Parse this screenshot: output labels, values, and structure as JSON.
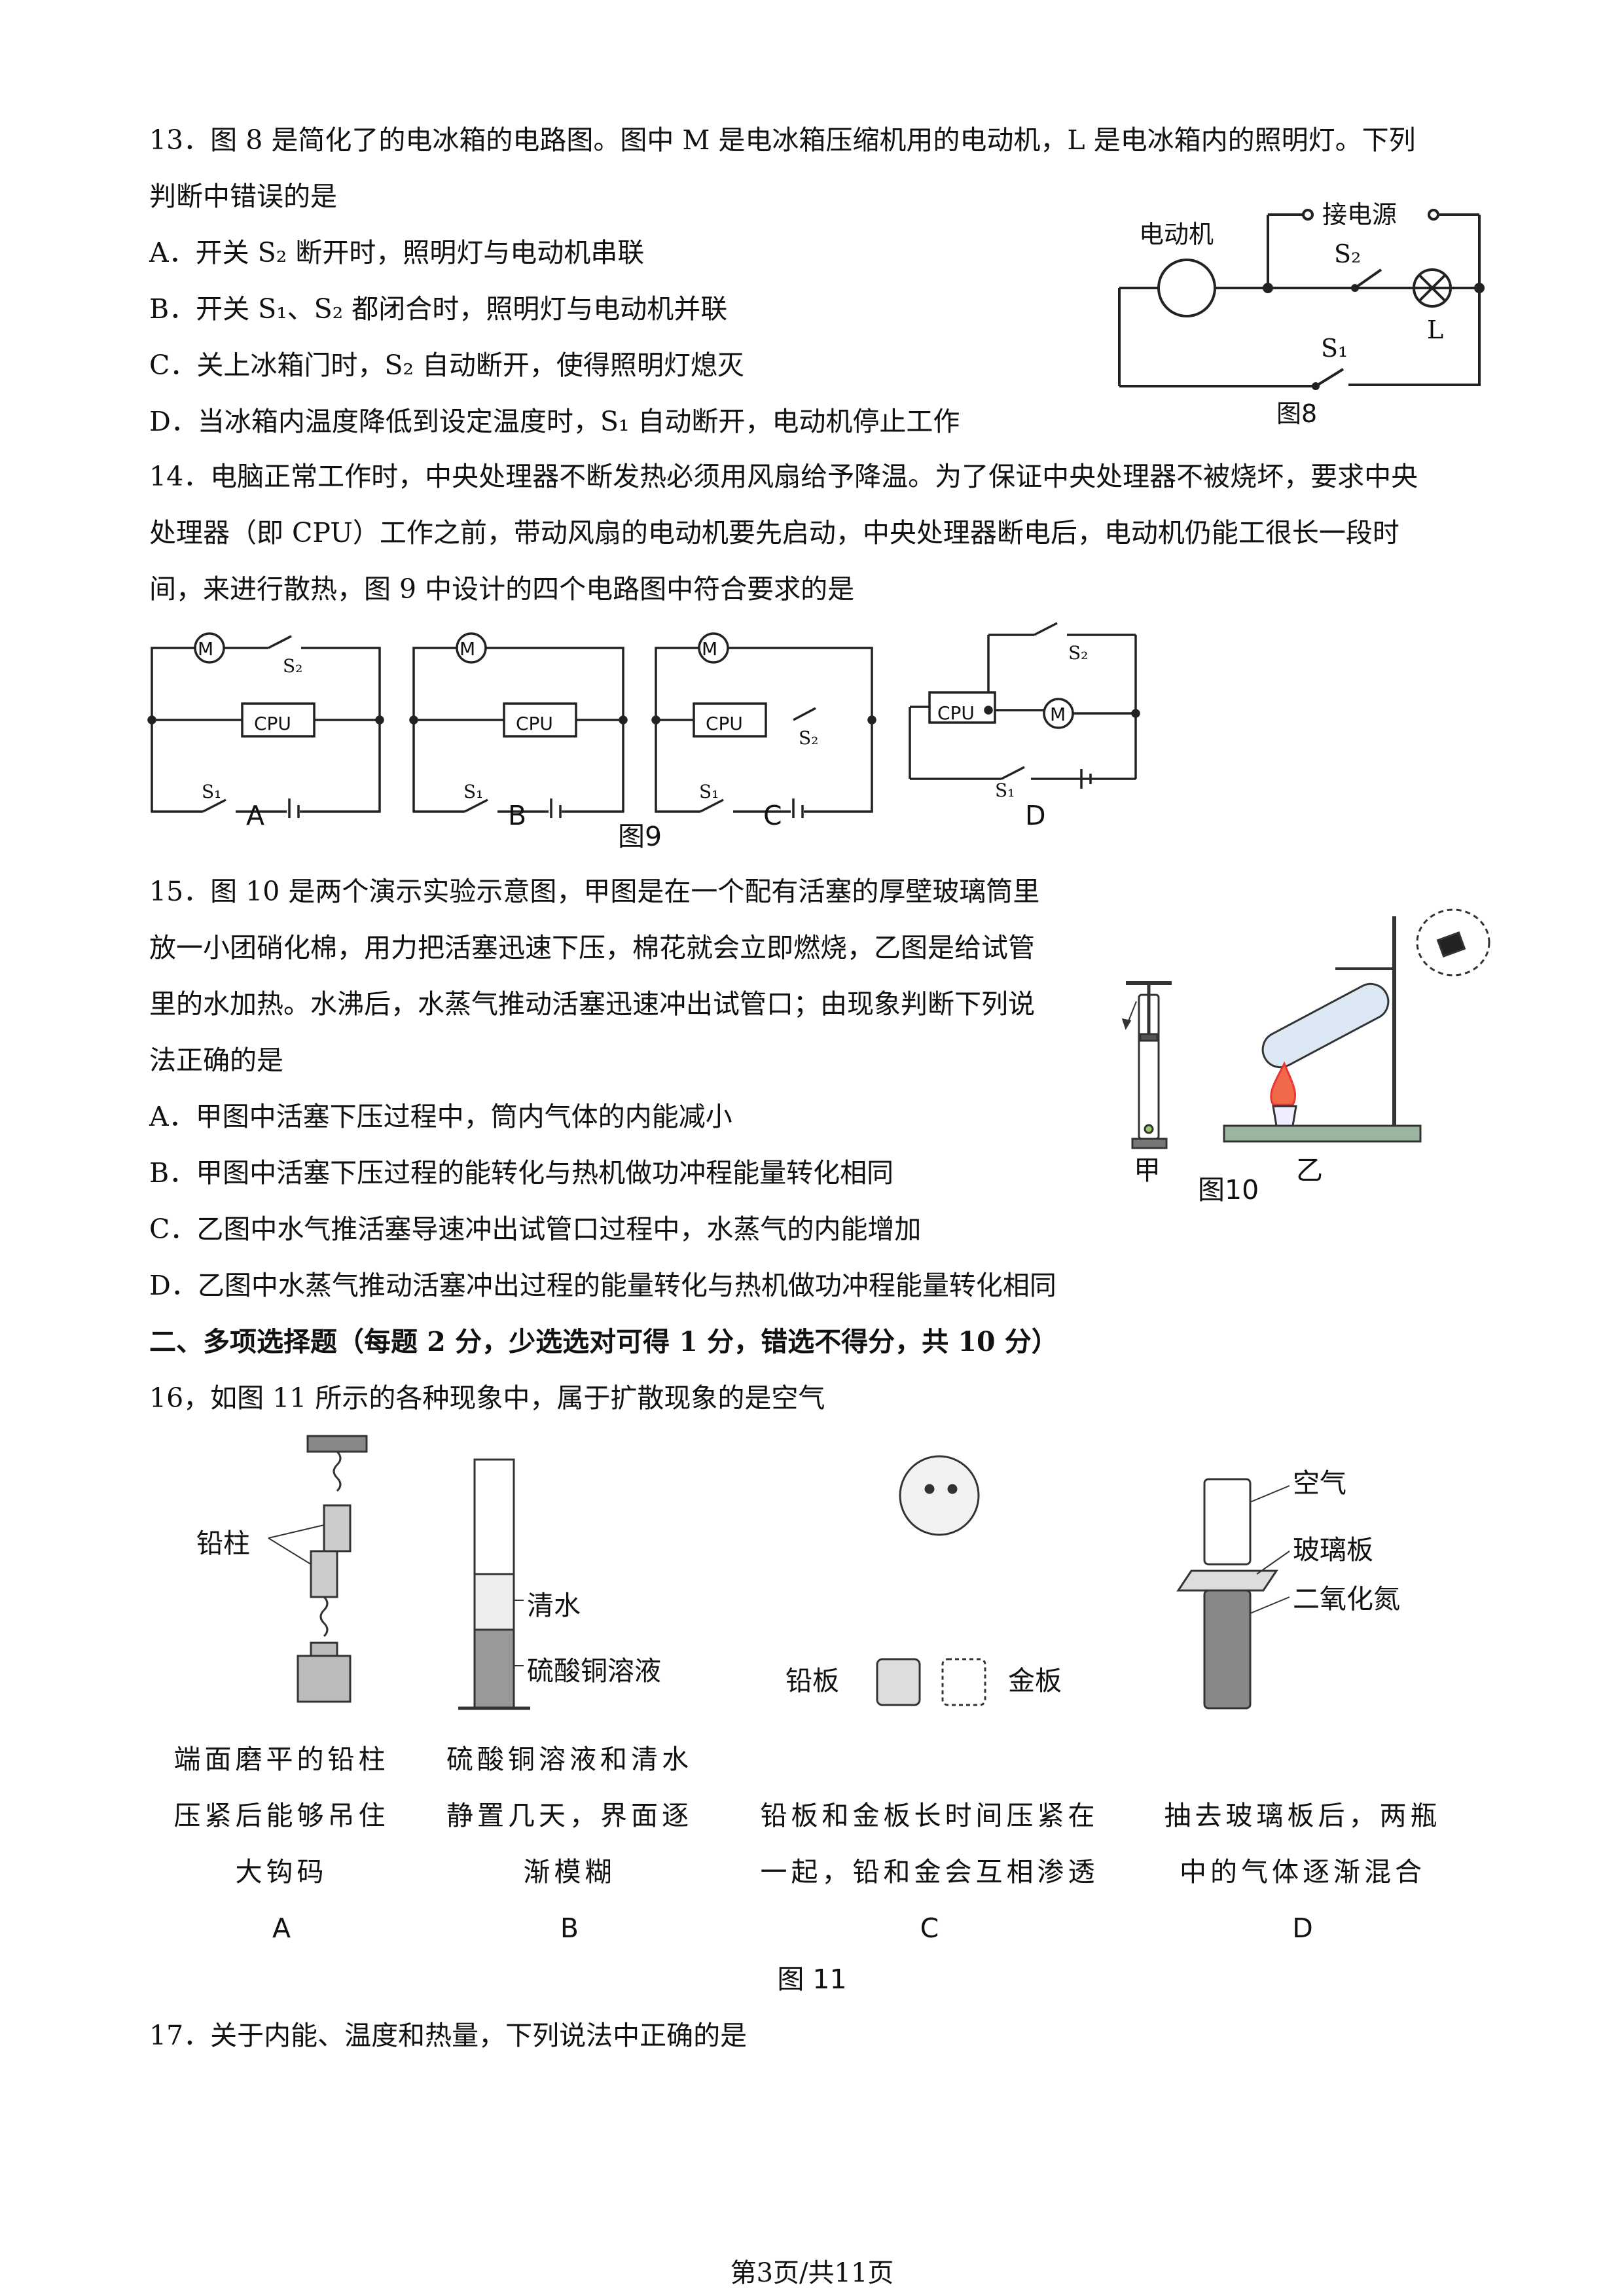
{
  "q13": {
    "stem1": "13．图 8 是简化了的电冰箱的电路图。图中 M 是电冰箱压缩机用的电动机，L 是电冰箱内的照明灯。下列",
    "stem2": "判断中错误的是",
    "A": "A．开关 S₂ 断开时，照明灯与电动机串联",
    "B": "B．开关 S₁、S₂ 都闭合时，照明灯与电动机并联",
    "C": "C．关上冰箱门时，S₂ 自动断开，使得照明灯熄灭",
    "D": "D．当冰箱内温度降低到设定温度时，S₁ 自动断开，电动机停止工作",
    "figure": {
      "motor_label": "电动机",
      "power_label": "接电源",
      "s2": "S₂",
      "s1": "S₁",
      "lamp": "L",
      "caption": "图8"
    }
  },
  "q14": {
    "stem1": "14．电脑正常工作时，中央处理器不断发热必须用风扇给予降温。为了保证中央处理器不被烧坏，要求中央",
    "stem2": "处理器（即 CPU）工作之前，带动风扇的电动机要先启动，中央处理器断电后，电动机仍能工很长一段时",
    "stem3": "间，来进行散热，图 9 中设计的四个电路图中符合要求的是",
    "figure": {
      "m": "M",
      "cpu": "CPU",
      "s1": "S₁",
      "s2": "S₂",
      "labels": [
        "A",
        "B",
        "C",
        "D"
      ],
      "caption": "图9"
    }
  },
  "q15": {
    "stem1": "15．图 10 是两个演示实验示意图，甲图是在一个配有活塞的厚壁玻璃筒里",
    "stem2": "放一小团硝化棉，用力把活塞迅速下压，棉花就会立即燃烧，乙图是给试管",
    "stem3": "里的水加热。水沸后，水蒸气推动活塞迅速冲出试管口；由现象判断下列说",
    "stem4": "法正确的是",
    "A": "A．甲图中活塞下压过程中，筒内气体的内能减小",
    "B": "B．甲图中活塞下压过程的能转化与热机做功冲程能量转化相同",
    "C": "C．乙图中水气推活塞导速冲出试管口过程中，水蒸气的内能增加",
    "D": "D．乙图中水蒸气推动活塞冲出过程的能量转化与热机做功冲程能量转化相同",
    "figure": {
      "jia": "甲",
      "yi": "乙",
      "caption": "图10"
    }
  },
  "section2": "二、多项选择题（每题 2 分，少选选对可得 1 分，错选不得分，共 10 分）",
  "q16": {
    "stem": "16，如图 11 所示的各种现象中，属于扩散现象的是空气",
    "figure": {
      "a_label": "铅柱",
      "b_water": "清水",
      "b_solution": "硫酸铜溶液",
      "c_lead": "铅板",
      "c_gold": "金板",
      "d_air": "空气",
      "d_glass": "玻璃板",
      "d_no2": "二氧化氮",
      "caption": "图 11"
    },
    "captions": {
      "A1": "端面磨平的铅柱",
      "A2": "压紧后能够吊住",
      "A3": "大钩码",
      "B1": "硫酸铜溶液和清水",
      "B2": "静置几天，界面逐",
      "B3": "渐模糊",
      "C1": "铅板和金板长时间压紧在",
      "C2": "一起，铅和金会互相渗透",
      "D1": "抽去玻璃板后，两瓶",
      "D2": "中的气体逐渐混合",
      "A": "A",
      "B": "B",
      "C": "C",
      "D": "D"
    }
  },
  "q17": {
    "stem": "17．关于内能、温度和热量，下列说法中正确的是"
  },
  "footer": "第3页/共11页"
}
